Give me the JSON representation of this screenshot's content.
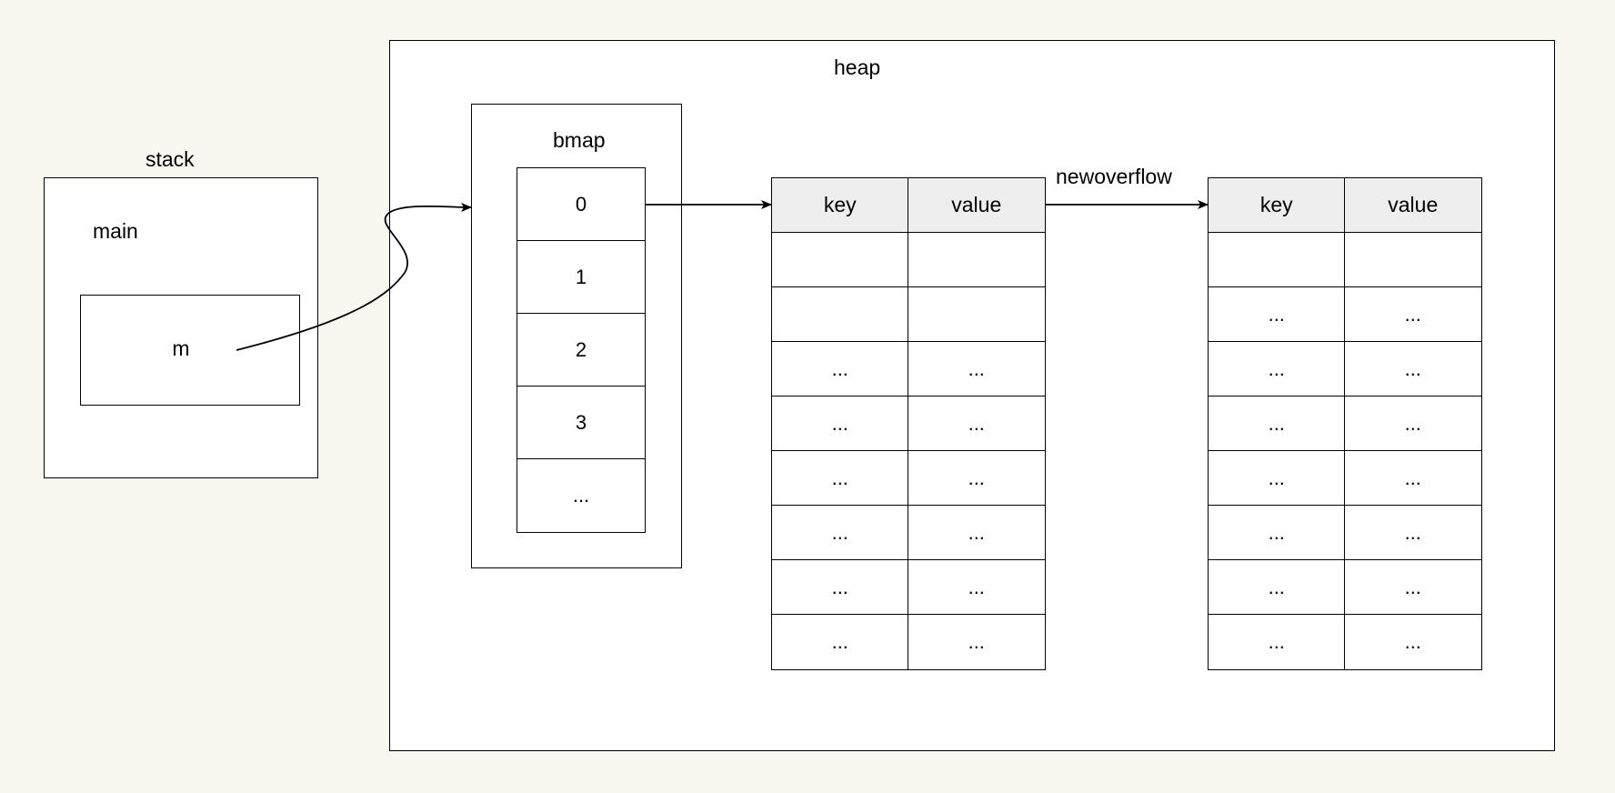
{
  "stack": {
    "title": "stack",
    "frame": "main",
    "var": "m"
  },
  "heap": {
    "title": "heap"
  },
  "bmap": {
    "title": "bmap",
    "slots": [
      "0",
      "1",
      "2",
      "3",
      "..."
    ]
  },
  "bucket1": {
    "headers": [
      "key",
      "value"
    ],
    "rows": [
      [
        "",
        ""
      ],
      [
        "",
        ""
      ],
      [
        "...",
        "..."
      ],
      [
        "...",
        "..."
      ],
      [
        "...",
        "..."
      ],
      [
        "...",
        "..."
      ],
      [
        "...",
        "..."
      ],
      [
        "...",
        "..."
      ]
    ]
  },
  "overflow_label": "newoverflow",
  "bucket2": {
    "headers": [
      "key",
      "value"
    ],
    "rows": [
      [
        "",
        ""
      ],
      [
        "...",
        "..."
      ],
      [
        "...",
        "..."
      ],
      [
        "...",
        "..."
      ],
      [
        "...",
        "..."
      ],
      [
        "...",
        "..."
      ],
      [
        "...",
        "..."
      ],
      [
        "...",
        "..."
      ]
    ]
  }
}
